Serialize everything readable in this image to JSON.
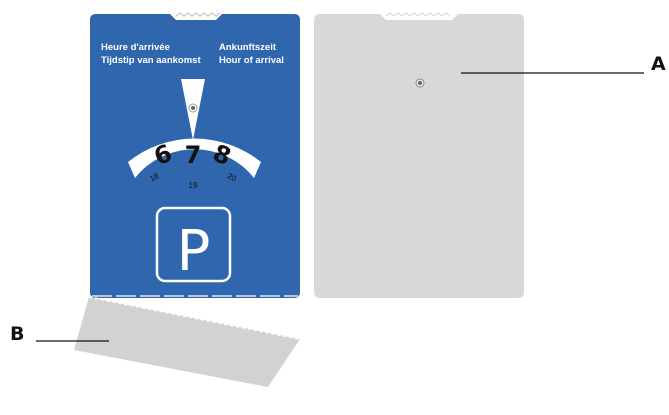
{
  "disc": {
    "heading_fr": "Heure d'arrivée",
    "heading_nl": "Tijdstip van aankomst",
    "heading_de": "Ankunftszeit",
    "heading_en": "Hour of arrival",
    "dial_big_numbers": [
      "6",
      "7",
      "8"
    ],
    "dial_small_numbers": [
      "18",
      "19",
      "20"
    ],
    "parking_symbol": "P"
  },
  "callouts": {
    "a_label": "A",
    "b_label": "B"
  },
  "colors": {
    "disc_blue": "#2f66ad",
    "back_cover_grey": "#d8d8d8",
    "tab_grey": "#d2d2d2",
    "dial_white": "#ffffff",
    "text_dark": "#111111"
  },
  "icons": {
    "parking": "parking-sign-icon",
    "pointer": "time-pointer-icon",
    "rivet": "rivet-hole-icon"
  }
}
